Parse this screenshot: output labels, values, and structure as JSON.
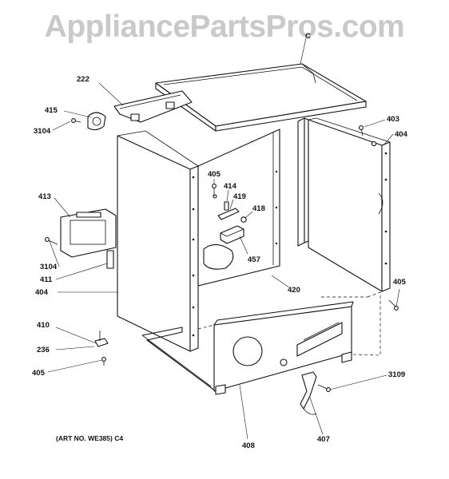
{
  "watermark": "AppliancePartsPros.com",
  "art_no": "(ART NO. WE385) C4",
  "callouts": {
    "c_top": "C",
    "c222": "222",
    "c415": "415",
    "c3104a": "3104",
    "c403": "403",
    "c404r": "404",
    "c405a": "405",
    "c414": "414",
    "c419": "419",
    "c418": "418",
    "c413": "413",
    "c457": "457",
    "c3104b": "3104",
    "c411": "411",
    "c404l": "404",
    "c420": "420",
    "c405b": "405",
    "c410": "410",
    "c236": "236",
    "c405c": "405",
    "c3109": "3109",
    "c408": "408",
    "c407": "407"
  }
}
